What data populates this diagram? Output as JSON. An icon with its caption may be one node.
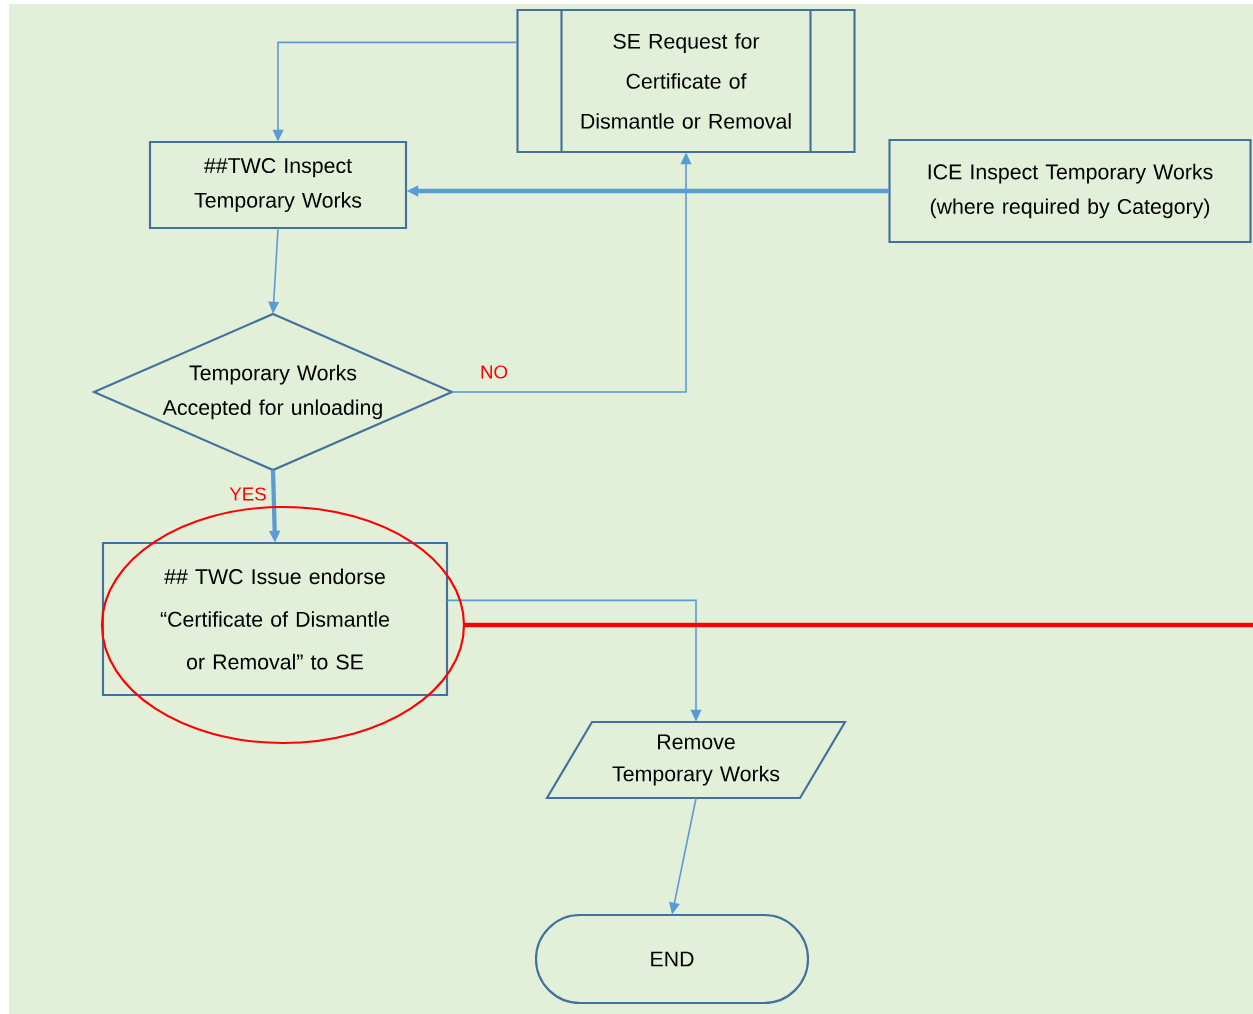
{
  "diagram": {
    "nodes": [
      {
        "text": [
          "SE Request for Certificate of Dismantle or Removal"
        ]
      },
      {
        "text": [
          "##TWC Inspect Temporary Works"
        ]
      },
      {
        "text": [
          "ICE Inspect Temporary Works (where required by Category)"
        ]
      },
      {
        "text": [
          "Temporary Works Accepted for unloading"
        ]
      },
      {
        "text": [
          "## TWC Issue endorse “Certificate of Dismantle or Removal” to SE"
        ]
      },
      {
        "text": [
          "Remove Temporary Works"
        ]
      },
      {
        "text": [
          "END"
        ]
      }
    ],
    "edges": [
      {
        "from": 0,
        "to": 1,
        "arrow": "to"
      },
      {
        "from": 2,
        "to": 1,
        "arrow": "to",
        "style": "thick"
      },
      {
        "from": 1,
        "to": 3,
        "arrow": "to"
      },
      {
        "from": 3,
        "to": 0,
        "label": "NO",
        "arrow": "to"
      },
      {
        "from": 3,
        "to": 4,
        "label": "YES",
        "arrow": "to",
        "style": "thick"
      },
      {
        "from": 4,
        "to": 5,
        "arrow": "to"
      },
      {
        "from": 5,
        "to": 6,
        "arrow": "to"
      }
    ]
  }
}
